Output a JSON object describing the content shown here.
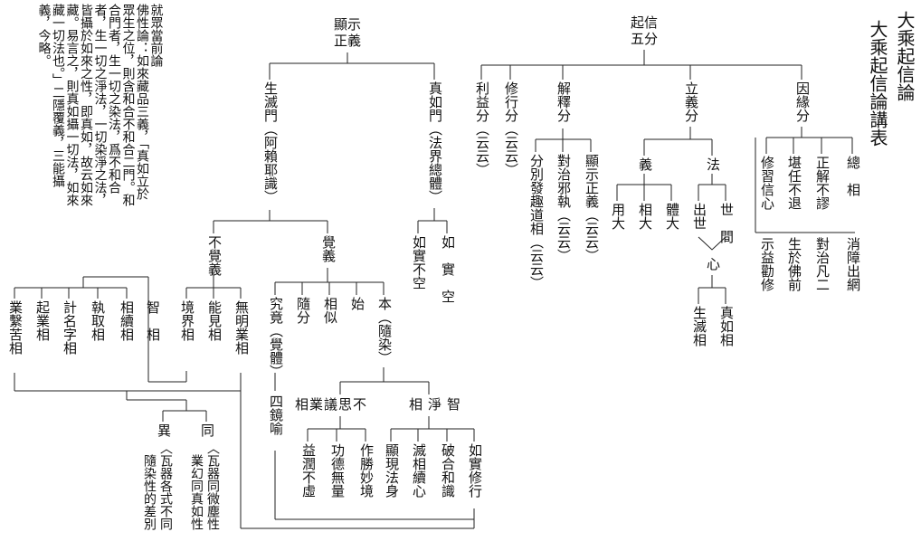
{
  "title": "大乘起信論",
  "subtitle": "大乘起信論講表",
  "commentary": [
    "就眾當前論",
    "佛性論：如來藏品三義，「真如立於",
    "眾生之位，則含和合不和合二門。和",
    "合門者，生一切之染法，爲不和合",
    "者，生一切之淨法，一切染淨之法，",
    "皆攝於如來之性，即真如，故云如來",
    "藏。易言之，則真如攝一切法，如來",
    "藏一切法也。」二隱覆義，三能攝",
    "義，今略。"
  ],
  "five": {
    "root": "五分",
    "root_top": "起信",
    "yinyuan": "因緣分",
    "liyi": "立義分",
    "jieshi": "解釋分",
    "xiuxing": "修行分（云云）",
    "liyi_fen": "利益分（云云）"
  },
  "yinyuan": {
    "zong": "總　相",
    "zong_sub": "消障出網",
    "zhengjie": "正解不謬",
    "zhengjie_sub": "對治凡二",
    "kanren": "堪任不退",
    "kanren_sub": "生於佛前",
    "xiuxi": "修習信心",
    "xiuxi_sub": "示益勸修"
  },
  "liyi": {
    "fa": "法",
    "yi": "義",
    "shijian": "世　間",
    "chushi": "出世",
    "xin": "心",
    "zhenru": "真如相",
    "shengmie": "生滅相",
    "ti": "體大",
    "xiang": "相大",
    "yong": "用大"
  },
  "jieshi": {
    "xianshi": "顯示正義（云云）",
    "duizhi": "對治邪執（云云）",
    "fenbie": "分別發趣道相（云云）"
  },
  "xianshi": {
    "root": "顯示",
    "root_b": "正義",
    "zhenru": "真如門（法界總體）",
    "rushi": "如　實　空",
    "rushi_bu": "如實不空",
    "shengmie": "生滅門（阿賴耶識）",
    "jue": "覺義",
    "bujue": "不覺義"
  },
  "jue": {
    "ben": "本（隨染）",
    "shi": "始",
    "xiangsi": "相似",
    "suifen": "隨分",
    "jiujing": "究竟（覺體）",
    "sijing": "四鏡喻",
    "zhijing": "智淨相",
    "busiyi": "不思議業相",
    "rushi": "如實修行",
    "pohe": "破合和識",
    "mie": "滅相續心",
    "xianxian": "顯現法身",
    "zuosheng": "作勝妙境",
    "gongde": "功德無量",
    "yirun": "益潤不虛"
  },
  "bujue": {
    "wuming": "無明業相",
    "neng": "能見相",
    "jing": "境界相",
    "zhi": "智　相",
    "xiangxu": "相續相",
    "zhiqu": "執取相",
    "jiming": "計名字相",
    "qiye": "起業相",
    "yexi": "業繫苦相",
    "tong": "同",
    "yi": "異",
    "tong_sub": "〈瓦器同微塵性",
    "tong_sub2": "業幻同真如性",
    "yi_sub": "〈瓦器各式不同",
    "yi_sub2": "隨染性的差別"
  }
}
